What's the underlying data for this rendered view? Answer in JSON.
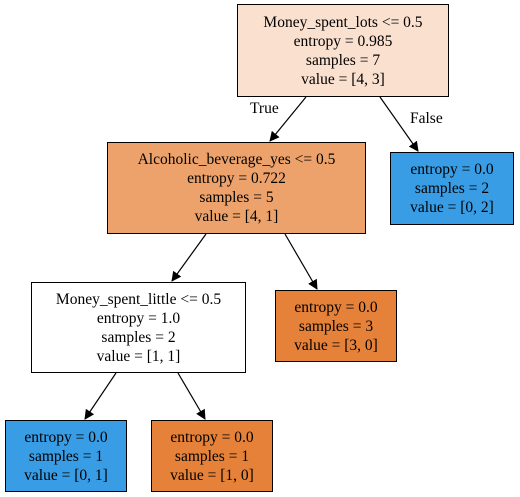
{
  "tree": {
    "nodes": [
      {
        "id": "root",
        "condition": "Money_spent_lots <= 0.5",
        "entropy": "entropy = 0.985",
        "samples": "samples = 7",
        "value": "value = [4, 3]",
        "color": "#fae0cf"
      },
      {
        "id": "n1",
        "condition": "Alcoholic_beverage_yes <= 0.5",
        "entropy": "entropy = 0.722",
        "samples": "samples = 5",
        "value": "value = [4, 1]",
        "color": "#eca26a"
      },
      {
        "id": "n2",
        "condition": "",
        "entropy": "entropy = 0.0",
        "samples": "samples = 2",
        "value": "value = [0, 2]",
        "color": "#399de5"
      },
      {
        "id": "n3",
        "condition": "Money_spent_little <= 0.5",
        "entropy": "entropy = 1.0",
        "samples": "samples = 2",
        "value": "value = [1, 1]",
        "color": "#ffffff"
      },
      {
        "id": "n4",
        "condition": "",
        "entropy": "entropy = 0.0",
        "samples": "samples = 3",
        "value": "value = [3, 0]",
        "color": "#e58139"
      },
      {
        "id": "n5",
        "condition": "",
        "entropy": "entropy = 0.0",
        "samples": "samples = 1",
        "value": "value = [0, 1]",
        "color": "#399de5"
      },
      {
        "id": "n6",
        "condition": "",
        "entropy": "entropy = 0.0",
        "samples": "samples = 1",
        "value": "value = [1, 0]",
        "color": "#e58139"
      }
    ],
    "edge_labels": {
      "true_label": "True",
      "false_label": "False"
    }
  }
}
